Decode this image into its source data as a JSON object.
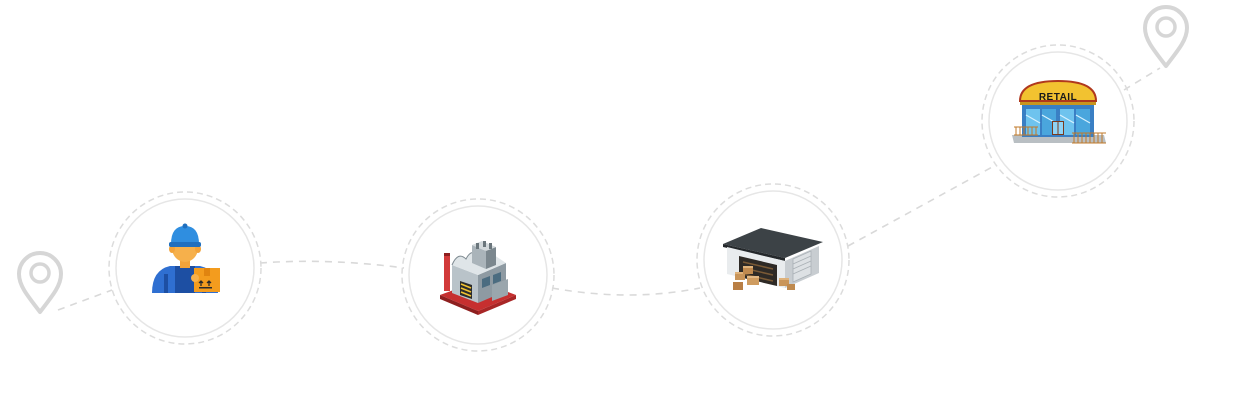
{
  "diagram": {
    "type": "supply-chain-path",
    "nodes": [
      {
        "id": "worker",
        "icon": "delivery-worker-icon"
      },
      {
        "id": "factory",
        "icon": "factory-icon"
      },
      {
        "id": "warehouse",
        "icon": "warehouse-icon"
      },
      {
        "id": "retail",
        "icon": "retail-store-icon",
        "sign_text": "RETAIL"
      }
    ],
    "markers": [
      {
        "position": "start",
        "icon": "location-pin-icon"
      },
      {
        "position": "end",
        "icon": "location-pin-icon"
      }
    ],
    "colors": {
      "path": "#d9d9d9",
      "circle_outer": "#dcdcdc",
      "circle_inner": "#e6e6e6",
      "pin": "#d6d6d6"
    }
  }
}
